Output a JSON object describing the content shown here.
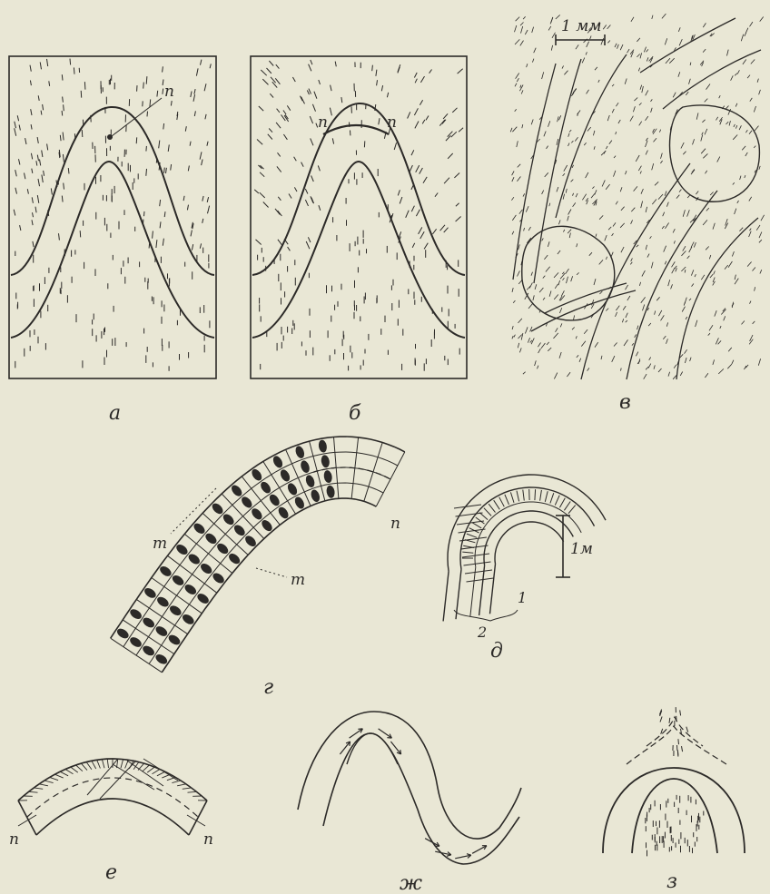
{
  "panels": {
    "a": {
      "label": "а",
      "marker": "п"
    },
    "b": {
      "label": "б",
      "marker_left": "п",
      "marker_right": "п"
    },
    "v": {
      "label": "в",
      "scale": "1 мм"
    },
    "g": {
      "label": "г",
      "marker_n": "п",
      "marker_m1": "т",
      "marker_m2": "т"
    },
    "d": {
      "label": "д",
      "scale": "1м",
      "num1": "1",
      "num2": "2"
    },
    "e": {
      "label": "е",
      "marker_left": "п",
      "marker_right": "п"
    },
    "zh": {
      "label": "ж"
    },
    "z": {
      "label": "з"
    }
  },
  "colors": {
    "ink": "#2c2a28",
    "paper": "#e9e7d5"
  }
}
